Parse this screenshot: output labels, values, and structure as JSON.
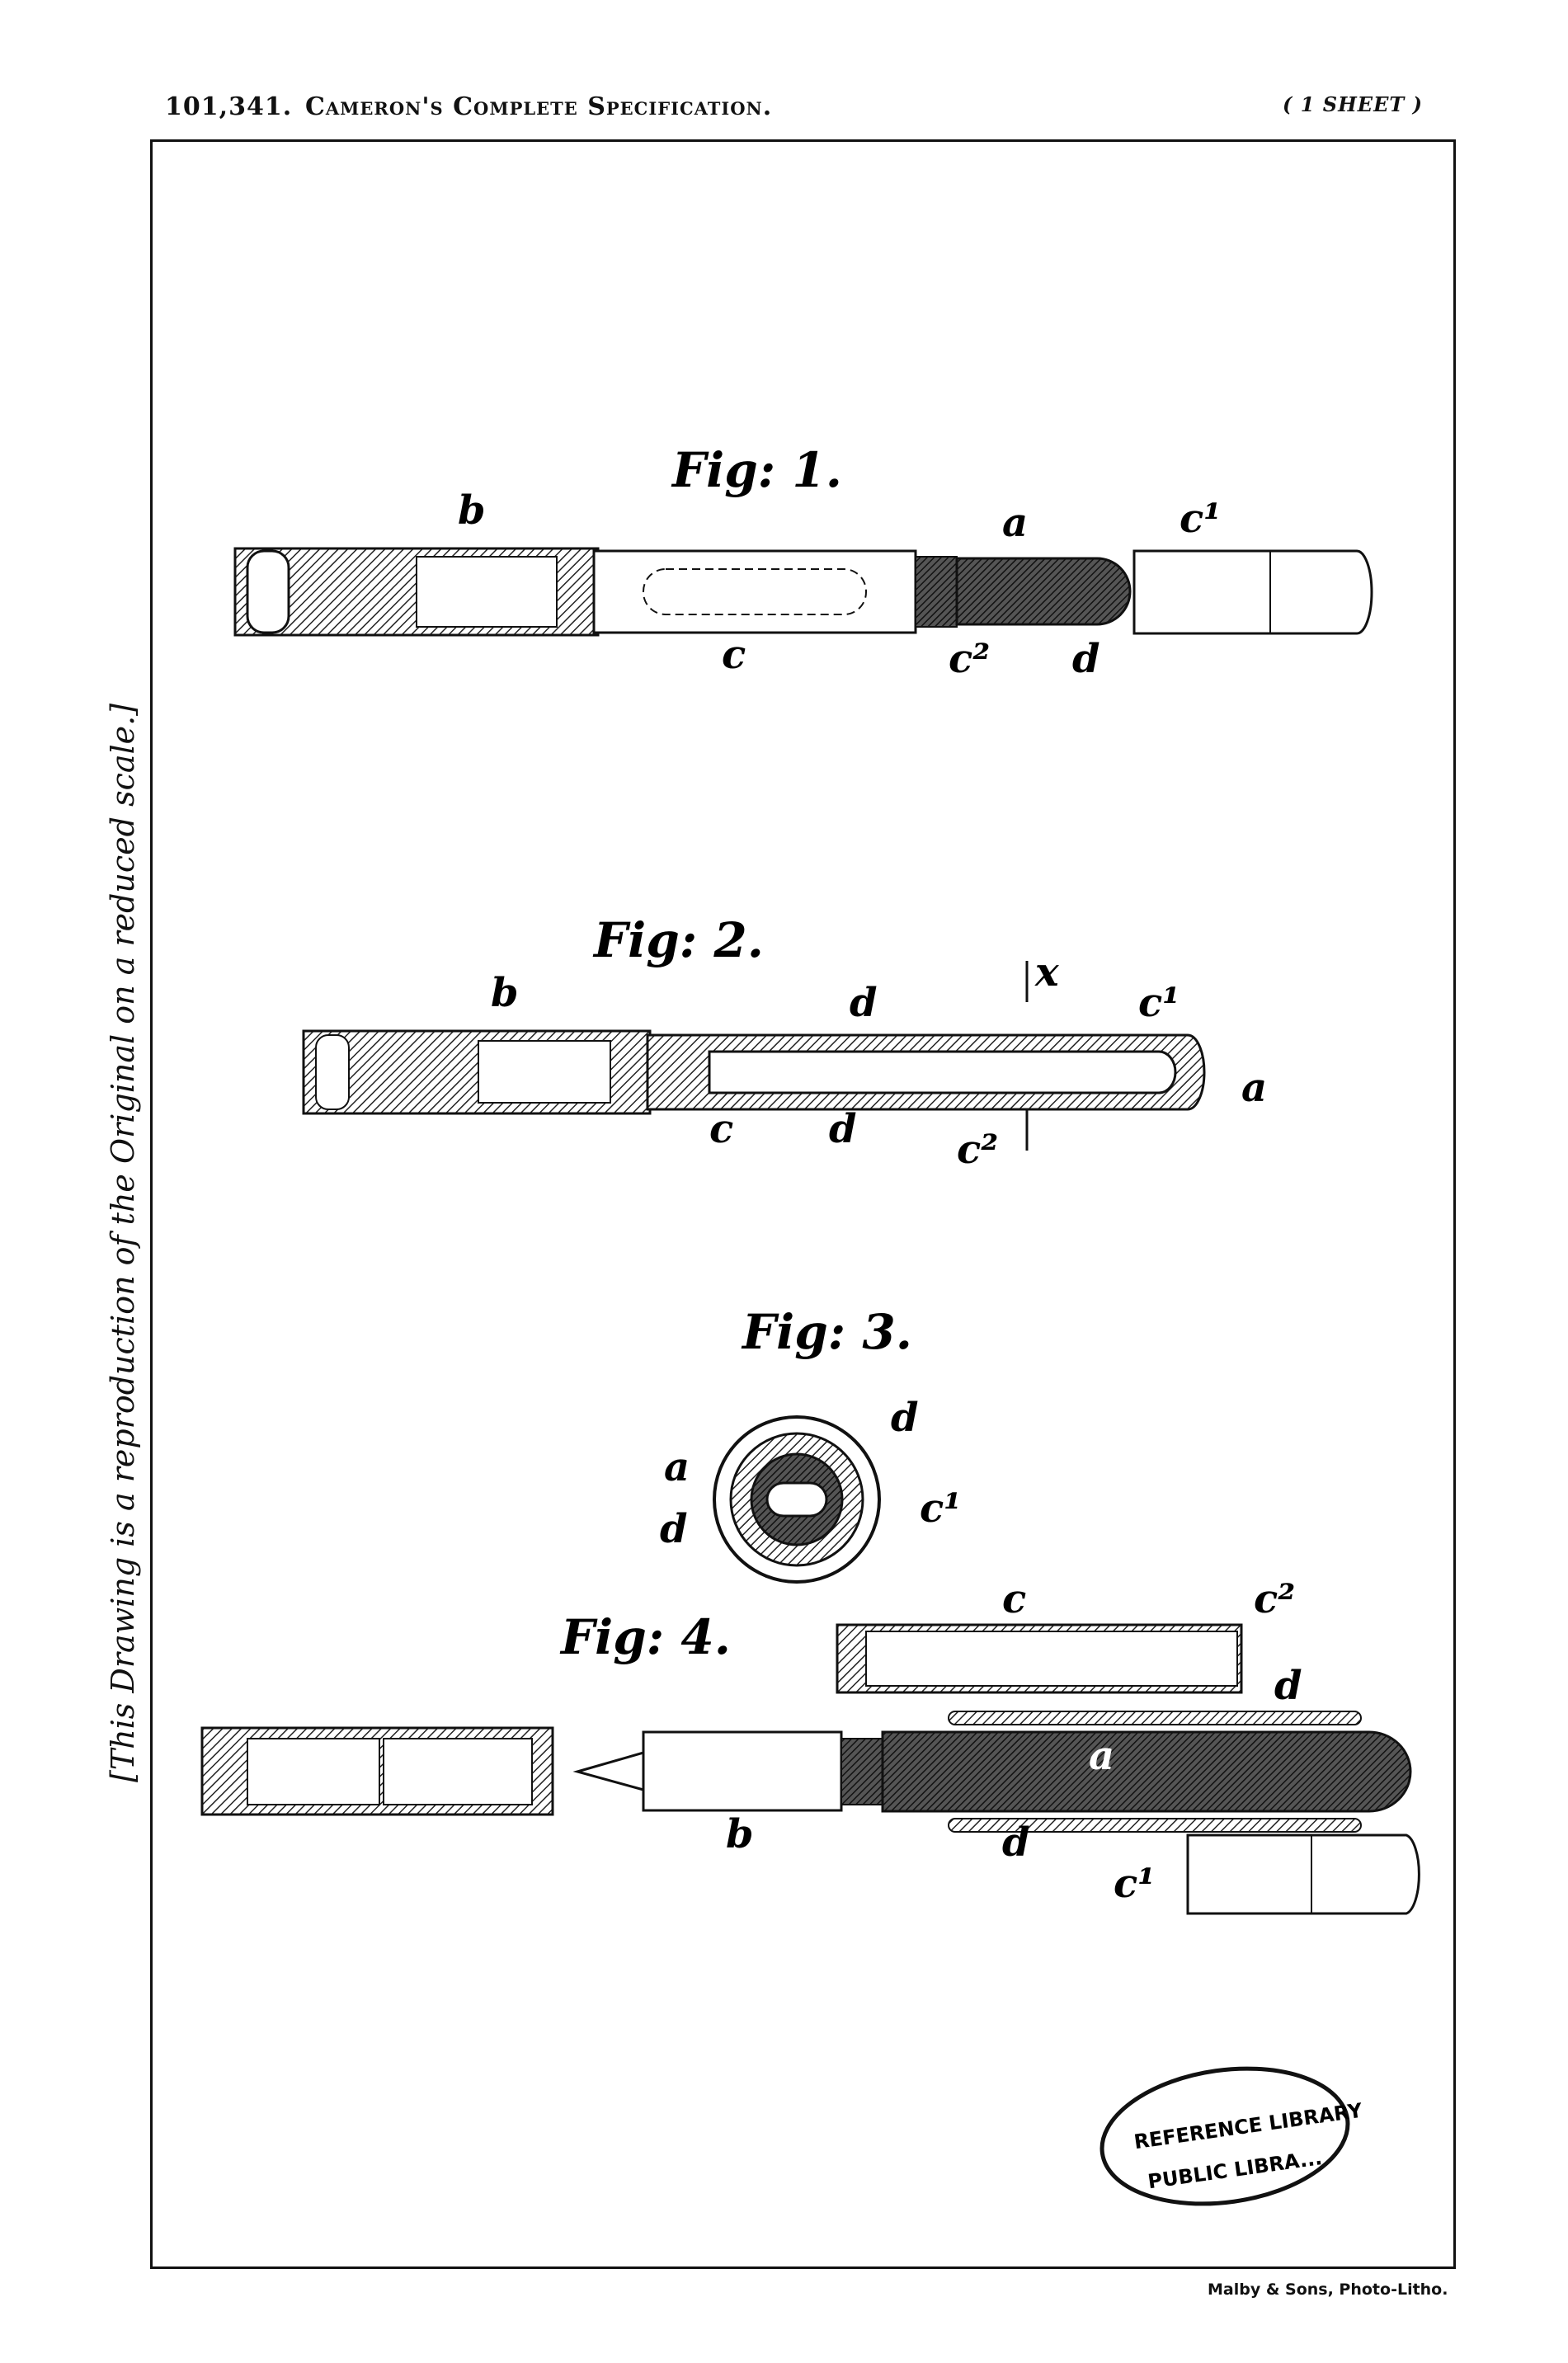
{
  "header": {
    "number": "101,341.",
    "title": "Cameron's Complete Specification.",
    "sheet": "( 1 SHEET )"
  },
  "side_note": "[This Drawing is a reproduction of the Original on a reduced scale.]",
  "footer": "Malby & Sons, Photo-Litho.",
  "figures": {
    "fig1": {
      "label": "Fig: 1.",
      "refs": {
        "b": "b",
        "a": "a",
        "c1": "c¹",
        "c": "c",
        "c2": "c²",
        "d": "d"
      }
    },
    "fig2": {
      "label": "Fig: 2.",
      "refs": {
        "b": "b",
        "d_top": "d",
        "x": "x",
        "c1": "c¹",
        "a": "a",
        "c": "c",
        "d_bot": "d",
        "c2": "c²"
      }
    },
    "fig3": {
      "label": "Fig: 3.",
      "refs": {
        "d_top": "d",
        "a": "a",
        "d_left": "d",
        "c1": "c¹"
      }
    },
    "fig4": {
      "label": "Fig: 4.",
      "refs": {
        "c": "c",
        "c2": "c²",
        "d_top": "d",
        "a": "a",
        "b": "b",
        "d_bot": "d",
        "c1": "c¹"
      }
    }
  },
  "stamp": {
    "line1": "REFERENCE LIBRARY",
    "line2": "PUBLIC LIBRA..."
  }
}
